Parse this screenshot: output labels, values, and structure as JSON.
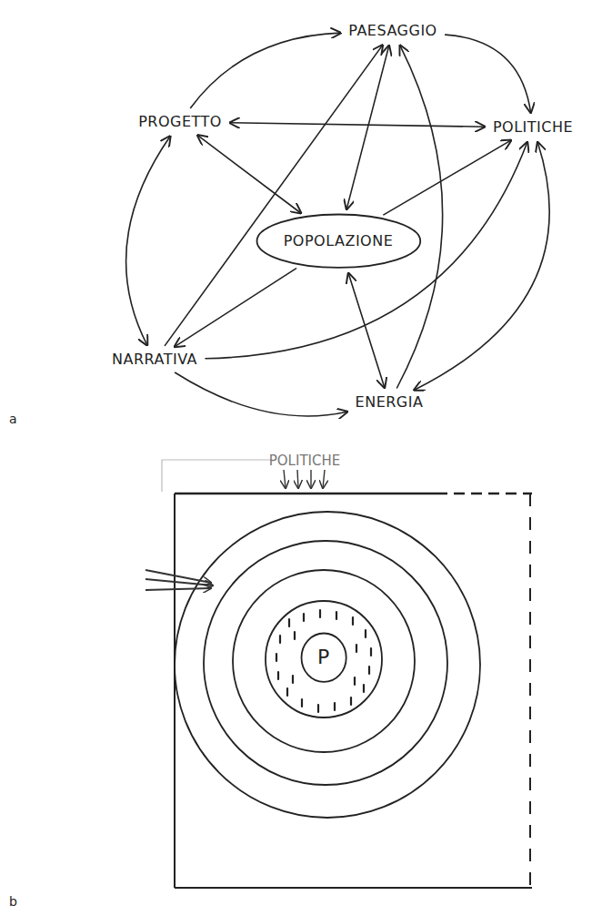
{
  "diagram": {
    "nodes": [
      {
        "text": [
          "PAESAGGIO"
        ]
      },
      {
        "text": [
          "PROGETTO"
        ]
      },
      {
        "text": [
          "POLITICHE"
        ]
      },
      {
        "text": [
          "POPOLAZIONE"
        ]
      },
      {
        "text": [
          "NARRATIVA"
        ]
      },
      {
        "text": [
          "ENERGIA"
        ]
      },
      {
        "text": [
          "P"
        ]
      }
    ],
    "edges": [
      {
        "from": 1,
        "to": 0,
        "arrow": "to"
      },
      {
        "from": 0,
        "to": 2,
        "arrow": "to"
      },
      {
        "from": 1,
        "to": 2,
        "arrow": "both"
      },
      {
        "from": 0,
        "to": 3,
        "arrow": "both"
      },
      {
        "from": 1,
        "to": 3,
        "arrow": "both"
      },
      {
        "from": 4,
        "to": 1,
        "arrow": "both"
      },
      {
        "from": 3,
        "to": 4,
        "arrow": "to"
      },
      {
        "from": 3,
        "to": 2,
        "arrow": "to"
      },
      {
        "from": 3,
        "to": 5,
        "arrow": "both"
      },
      {
        "from": 4,
        "to": 0,
        "arrow": "to"
      },
      {
        "from": 4,
        "to": 2,
        "arrow": "to"
      },
      {
        "from": 4,
        "to": 5,
        "arrow": "to"
      },
      {
        "from": 2,
        "to": 5,
        "arrow": "both"
      },
      {
        "from": 5,
        "to": 0,
        "arrow": "to"
      }
    ],
    "labels": [
      "a",
      "POLITICHE",
      "b"
    ]
  }
}
